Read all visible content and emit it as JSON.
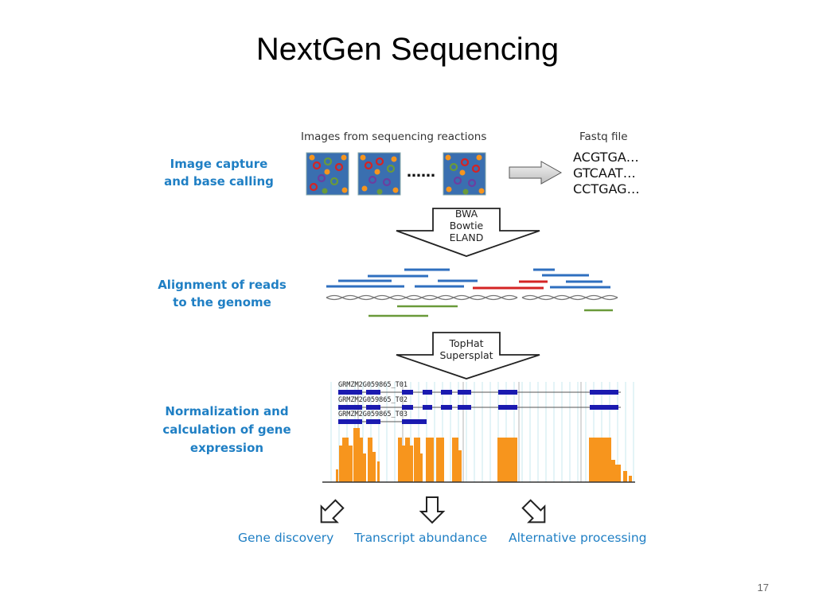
{
  "slide": {
    "title": "NextGen Sequencing",
    "page_number": "17"
  },
  "steps": [
    {
      "label_line1": "Image capture",
      "label_line2": "and base calling"
    },
    {
      "label_line1": "Alignment of reads",
      "label_line2": "to the genome"
    },
    {
      "label_line1": "Normalization and",
      "label_line2": "calculation of gene",
      "label_line3": "expression"
    }
  ],
  "image_capture": {
    "images_heading": "Images from sequencing reactions",
    "ellipsis": "……",
    "fastq_heading": "Fastq file",
    "reads": [
      "ACGTGA…",
      "GTCAAT…",
      "CCTGAG…"
    ]
  },
  "aligners": [
    "BWA",
    "Bowtie",
    "ELAND"
  ],
  "spliced_aligners": [
    "TopHat",
    "Supersplat"
  ],
  "transcripts": [
    "GRMZM2G059865_T01",
    "GRMZM2G059865_T02",
    "GRMZM2G059865_T03"
  ],
  "outcomes": [
    "Gene discovery",
    "Transcript abundance",
    "Alternative processing"
  ],
  "colors": {
    "step_label": "#1f7fc4",
    "tile_fill": "#3a6fb0",
    "read_blue": "#2f6fbf",
    "read_red": "#d42424",
    "read_green": "#6a9a3a",
    "exon": "#1a1ab0",
    "coverage": "#f7951d"
  }
}
